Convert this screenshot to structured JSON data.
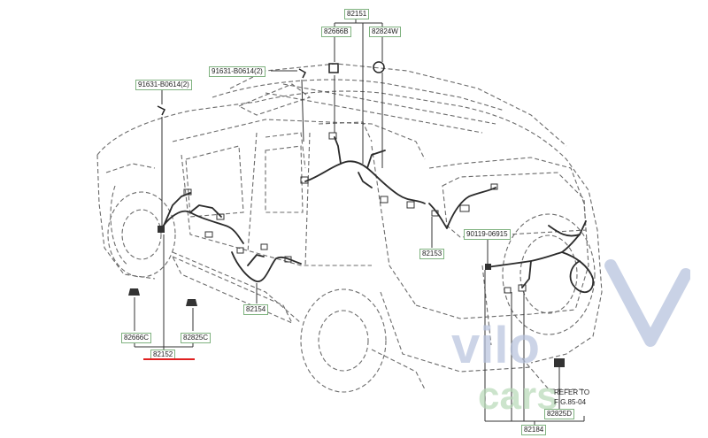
{
  "labels": {
    "p82151": "82151",
    "p82666B": "82666B",
    "p82824W": "82824W",
    "p91631_top": "91631-B0614(2)",
    "p91631_left": "91631-B0614(2)",
    "p82153": "82153",
    "p90119": "90119-06915",
    "p82154": "82154",
    "p82666C": "82666C",
    "p82825C": "82825C",
    "p82152": "82152",
    "refer1": "REFER TO",
    "refer2": "FIG.85-04",
    "p82825D": "82825D",
    "p82184": "82184"
  },
  "watermark": {
    "line1": "vilo",
    "line2": "cars",
    "color": "#8fa0c8"
  },
  "colors": {
    "label_border": "#7fb27f",
    "highlight": "#e02020",
    "line": "#333333"
  }
}
